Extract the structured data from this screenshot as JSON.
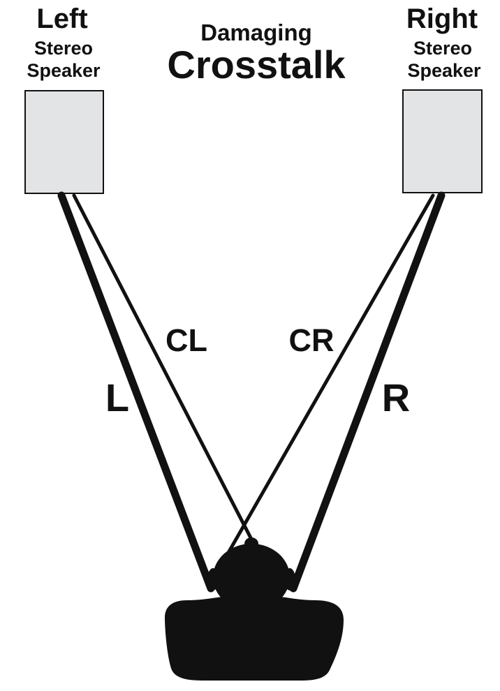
{
  "title": {
    "line1": "Damaging",
    "line2": "Crosstalk"
  },
  "speakers": {
    "left": {
      "name": "Left",
      "line2": "Stereo",
      "line3": "Speaker"
    },
    "right": {
      "name": "Right",
      "line2": "Stereo",
      "line3": "Speaker"
    }
  },
  "paths": {
    "direct_left": "L",
    "cross_left": "CL",
    "cross_right": "CR",
    "direct_right": "R"
  },
  "colors": {
    "speaker_fill": "#e3e4e6",
    "ink": "#111111",
    "background": "#ffffff"
  },
  "icons": {
    "listener": "listener-silhouette-icon"
  }
}
